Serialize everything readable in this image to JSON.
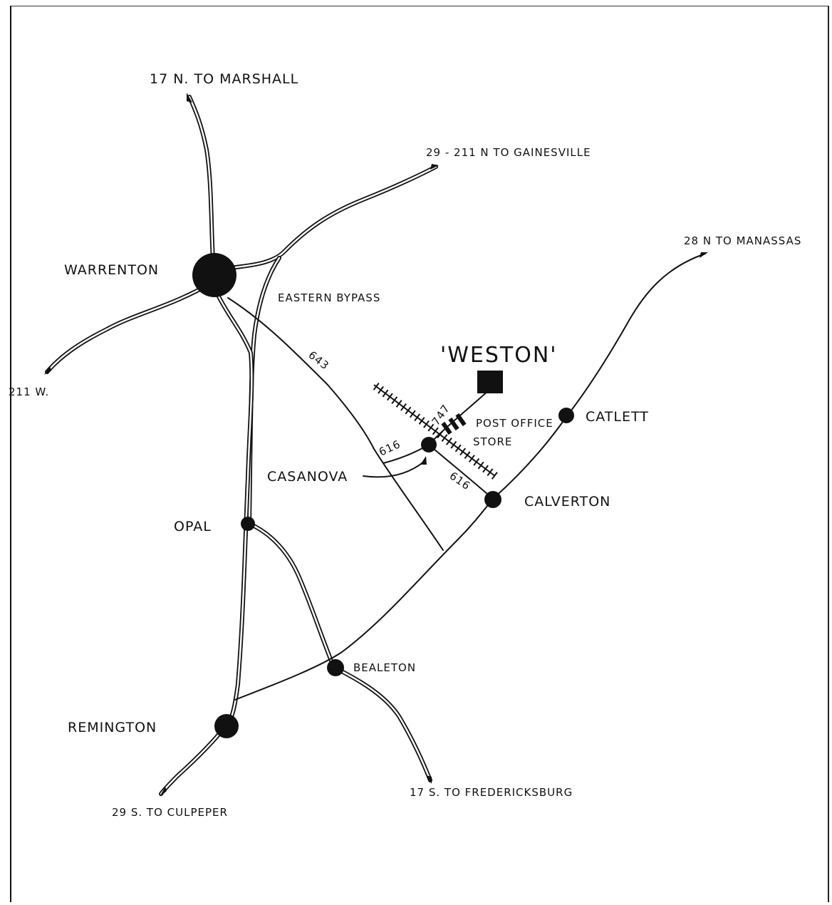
{
  "map": {
    "route_labels": {
      "north_marshall": "17 N.  TO MARSHALL",
      "gainesville": "29 - 211 N   TO GAINESVILLE",
      "manassas": "28 N   TO MANASSAS",
      "west": "211 W.",
      "culpeper": "29 S.  TO CULPEPER",
      "fredericksburg": "17 S.  TO FREDERICKSBURG",
      "eastern_bypass": "EASTERN BYPASS",
      "r643": "643",
      "r747": "747",
      "r616": "616",
      "r616b": "616"
    },
    "towns": {
      "warrenton": "WARRENTON",
      "catlett": "CATLETT",
      "calverton": "CALVERTON",
      "casanova": "CASANOVA",
      "opal": "OPAL",
      "bealeton": "BEALETON",
      "remington": "REMINGTON"
    },
    "features": {
      "weston": "'WESTON'",
      "post_office": "POST OFFICE",
      "store": "STORE"
    }
  }
}
